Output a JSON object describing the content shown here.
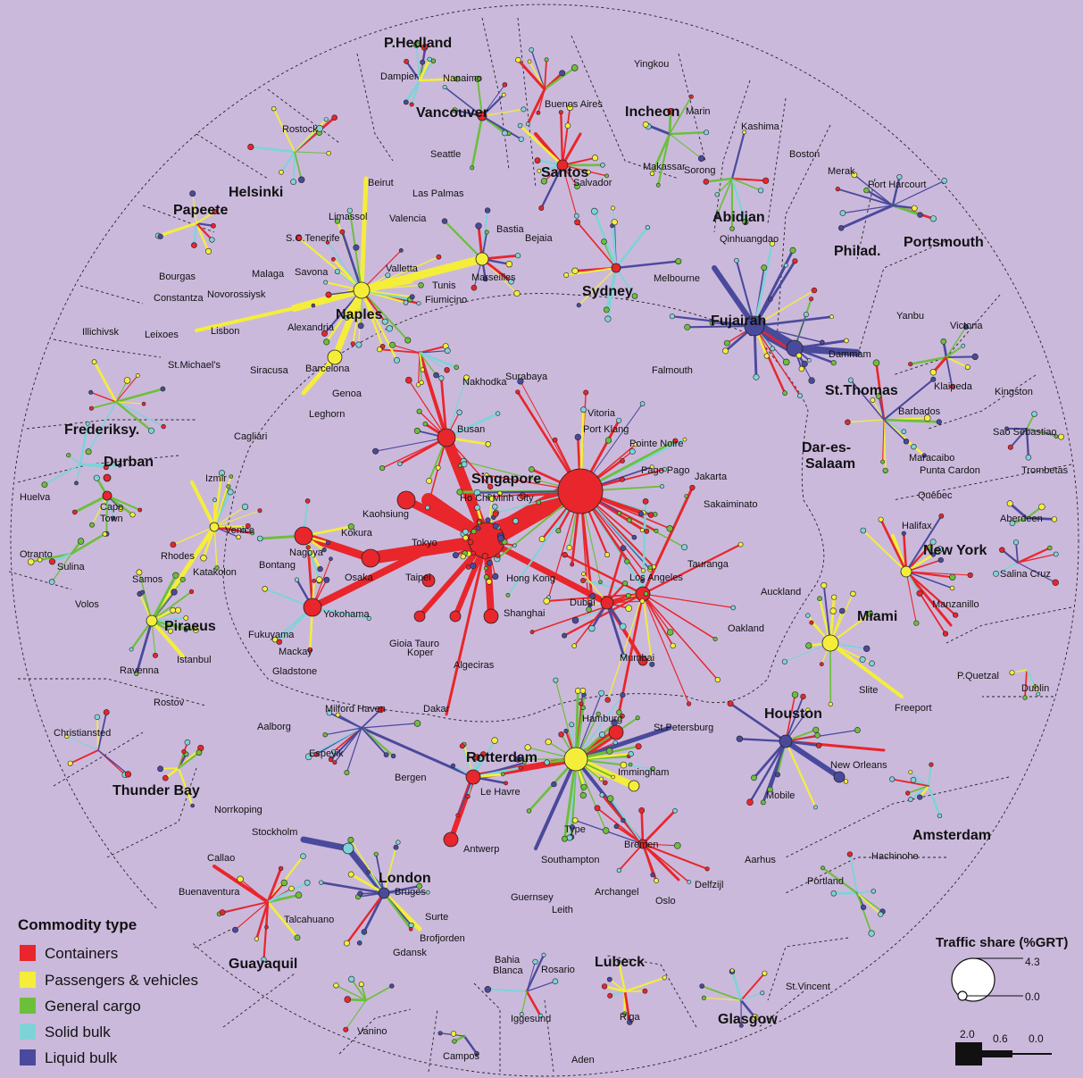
{
  "colors": {
    "background": "#cbb9dc",
    "containers": "#e8262b",
    "passengers_vehicles": "#f4ee3b",
    "general_cargo": "#6cbf3b",
    "solid_bulk": "#7ed3d8",
    "liquid_bulk": "#4a4a9c"
  },
  "legend": {
    "title": "Commodity type",
    "items": [
      {
        "label": "Containers",
        "color": "#e8262b"
      },
      {
        "label": "Passengers & vehicles",
        "color": "#f4ee3b"
      },
      {
        "label": "General cargo",
        "color": "#6cbf3b"
      },
      {
        "label": "Solid bulk",
        "color": "#7ed3d8"
      },
      {
        "label": "Liquid bulk",
        "color": "#4a4a9c"
      }
    ]
  },
  "traffic_share": {
    "title": "Traffic share (%GRT)",
    "circle_max": "4.3",
    "circle_min": "0.0",
    "line_values": [
      "2.0",
      "0.6",
      "0.0"
    ]
  },
  "hubs": [
    {
      "id": "singapore",
      "label": "Singapore"
    },
    {
      "id": "rotterdam",
      "label": "Rotterdam"
    },
    {
      "id": "naples",
      "label": "Naples"
    },
    {
      "id": "piraeus",
      "label": "Piraeus"
    },
    {
      "id": "london",
      "label": "London"
    },
    {
      "id": "houston",
      "label": "Houston"
    },
    {
      "id": "newyork",
      "label": "New York"
    },
    {
      "id": "miami",
      "label": "Miami"
    },
    {
      "id": "fujairah",
      "label": "Fujairah"
    },
    {
      "id": "sydney",
      "label": "Sydney"
    },
    {
      "id": "santos",
      "label": "Santos"
    },
    {
      "id": "vancouver",
      "label": "Vancouver"
    },
    {
      "id": "incheon",
      "label": "Incheon"
    },
    {
      "id": "phdland",
      "label": "P.Hedland"
    },
    {
      "id": "helsinki",
      "label": "Helsinki"
    },
    {
      "id": "papeete",
      "label": "Papeete"
    },
    {
      "id": "frederiksy",
      "label": "Frederiksy."
    },
    {
      "id": "durban",
      "label": "Durban"
    },
    {
      "id": "abidjan",
      "label": "Abidjan"
    },
    {
      "id": "philad",
      "label": "Philad."
    },
    {
      "id": "portsmouth",
      "label": "Portsmouth"
    },
    {
      "id": "stthomas",
      "label": "St.Thomas"
    },
    {
      "id": "dares1",
      "label": "Dar-es-"
    },
    {
      "id": "dares2",
      "label": "Salaam"
    },
    {
      "id": "amsterdam",
      "label": "Amsterdam"
    },
    {
      "id": "glasgow",
      "label": "Glasgow"
    },
    {
      "id": "lubeck",
      "label": "Lubeck"
    },
    {
      "id": "guayaquil",
      "label": "Guayaquil"
    },
    {
      "id": "thunderbay",
      "label": "Thunder Bay"
    }
  ],
  "ports": [
    "Busan",
    "Nakhodka",
    "Surabaya",
    "Falmouth",
    "Vitoria",
    "Port Klang",
    "Pointe Noire",
    "Pago Pago",
    "Jakarta",
    "Sakaiminato",
    "Ho Chi Minh City",
    "Kaohsiung",
    "Kokura",
    "Tokyo",
    "Nagoya",
    "Bontang",
    "Osaka",
    "Taipei",
    "Hong Kong",
    "Dubai",
    "Los Angeles",
    "Tauranga",
    "Auckland",
    "Oakland",
    "Mumbai",
    "Yokohama",
    "Gioia Tauro",
    "Shanghai",
    "Koper",
    "Algeciras",
    "Dakar",
    "Fukuyama",
    "Mackay",
    "Gladstone",
    "Hamburg",
    "St.Petersburg",
    "Immingham",
    "Le Havre",
    "Antwerp",
    "Type",
    "Southampton",
    "Bremen",
    "Aarhus",
    "Delfzijl",
    "Oslo",
    "Guernsey",
    "Leith",
    "Archangel",
    "Milford Haven",
    "Aalborg",
    "Espevik",
    "Bergen",
    "Norrkoping",
    "Stockholm",
    "Bruges",
    "Surte",
    "Brofjorden",
    "Gdansk",
    "Callao",
    "Buenaventura",
    "Talcahuano",
    "Vanino",
    "Campos",
    "Iggesund",
    "Aden",
    "Bahia",
    "Blanca",
    "Rosario",
    "Riga",
    "St.Vincent",
    "Portland",
    "Hachinohe",
    "Mobile",
    "New Orleans",
    "Slite",
    "Freeport",
    "P.Quetzal",
    "Dublin",
    "Manzanillo",
    "Halifax",
    "Quebec",
    "Aberdeen",
    "Salina Cruz",
    "Maracaibo",
    "Punta Cardon",
    "Trombetas",
    "Sao Sebastiao",
    "Barbados",
    "Klaipeda",
    "Kingston",
    "Victoria",
    "Yanbu",
    "Dammam",
    "Qinhuangdao",
    "Port Harcourt",
    "Merak",
    "Boston",
    "Kashima",
    "Marin",
    "Yingkou",
    "Makassar",
    "Sorong",
    "Melbourne",
    "Salvador",
    "Buenos Aires",
    "Nanaimo",
    "Seattle",
    "Dampier",
    "Rostock",
    "Beirut",
    "Las Palmas",
    "Limassol",
    "Valencia",
    "S.C.Tenerife",
    "Bastia",
    "Bejaia",
    "Valletta",
    "Tunis",
    "Fiumicino",
    "Marseilles",
    "Malaga",
    "Savona",
    "Bourgas",
    "Novorossiysk",
    "Constantza",
    "Illichivsk",
    "Leixoes",
    "Lisbon",
    "Alexandria",
    "St.Michael's",
    "Siracusa",
    "Barcelona",
    "Genoa",
    "Leghorn",
    "Cagliari",
    "Izmir",
    "Venice",
    "Rhodes",
    "Katakolon",
    "Samos",
    "Volos",
    "Istanbul",
    "Ravenna",
    "Rostov",
    "Huelva",
    "Cape",
    "Town",
    "Otranto",
    "Sulina",
    "Christiansted"
  ]
}
